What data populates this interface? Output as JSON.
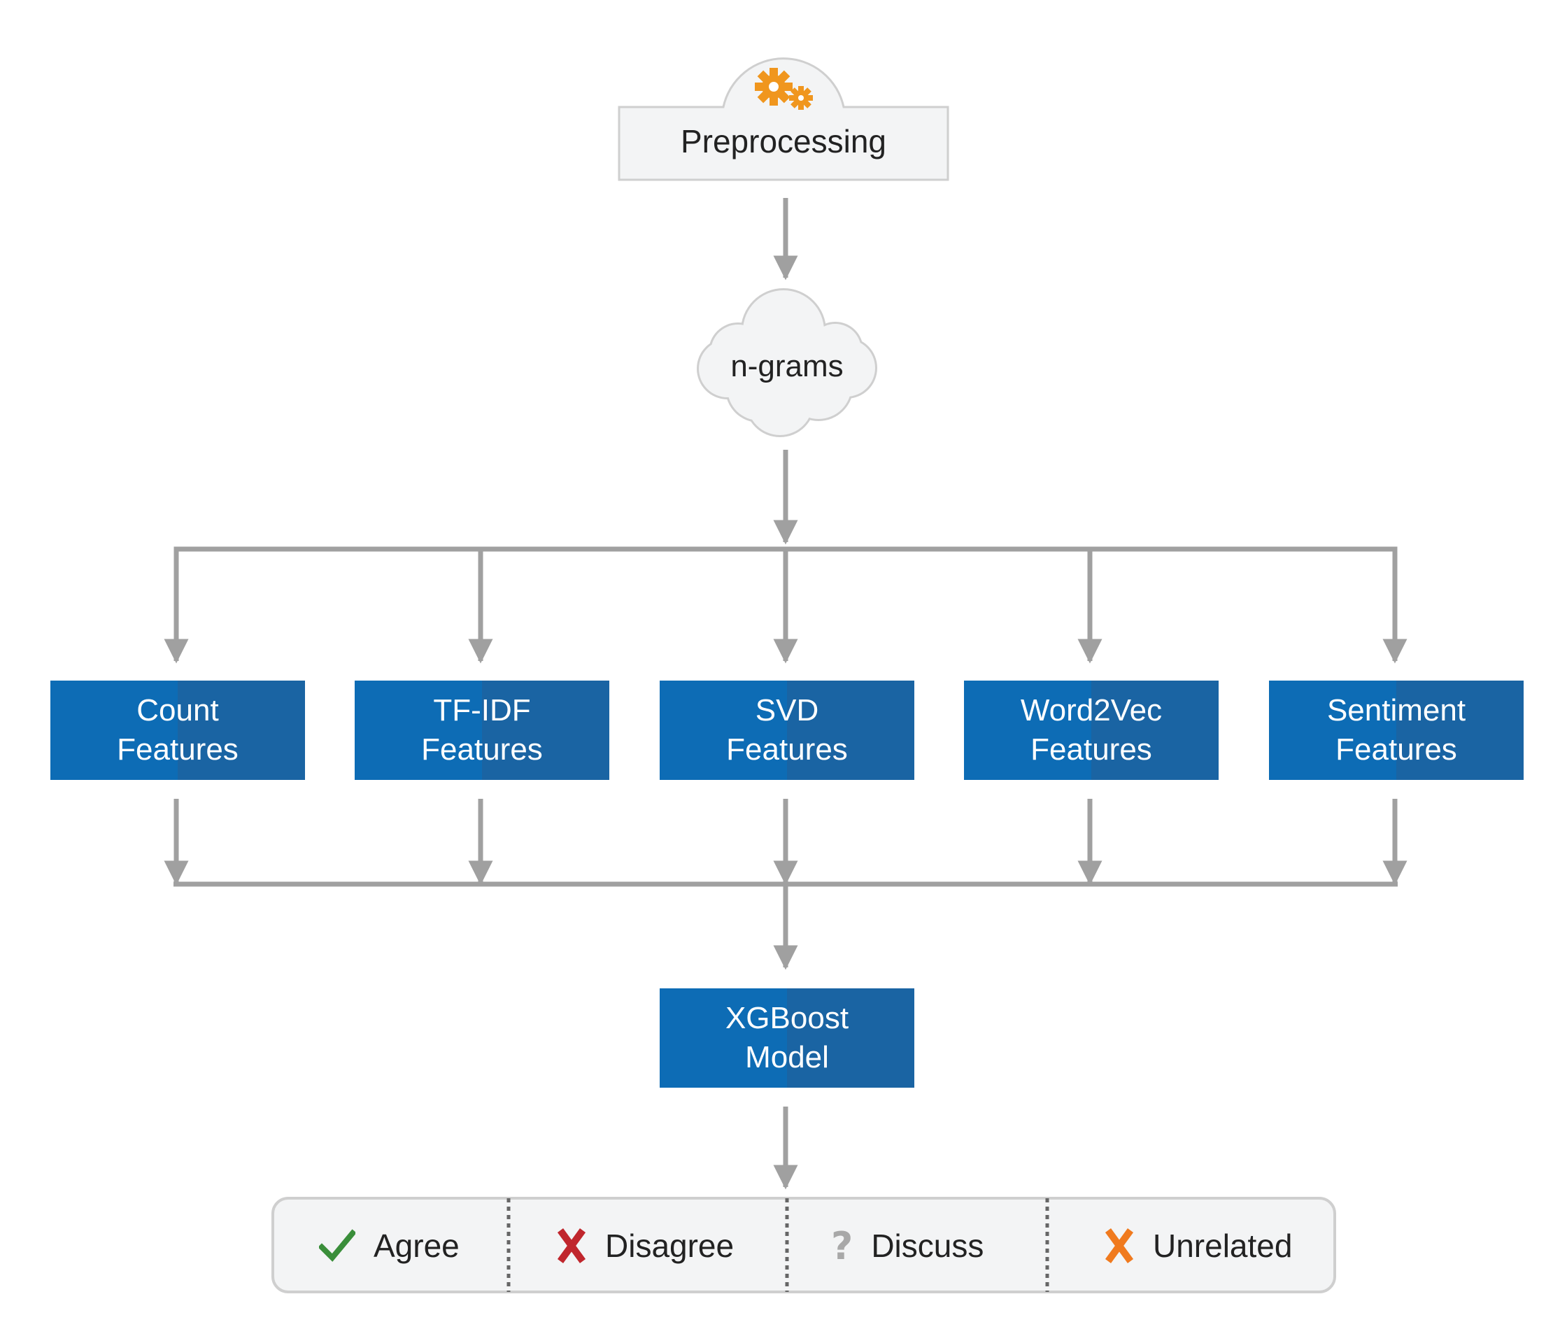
{
  "preprocessing": {
    "label": "Preprocessing",
    "icon": "gears-icon",
    "icon_color": "#f0961e"
  },
  "ngrams": {
    "label": "n-grams",
    "shape": "cloud"
  },
  "features": [
    {
      "line1": "Count",
      "line2": "Features"
    },
    {
      "line1": "TF-IDF",
      "line2": "Features"
    },
    {
      "line1": "SVD",
      "line2": "Features"
    },
    {
      "line1": "Word2Vec",
      "line2": "Features"
    },
    {
      "line1": "Sentiment",
      "line2": "Features"
    }
  ],
  "model": {
    "line1": "XGBoost",
    "line2": "Model"
  },
  "outcomes": [
    {
      "label": "Agree",
      "icon": "checkmark-icon",
      "color": "#3a8e3a"
    },
    {
      "label": "Disagree",
      "icon": "x-mark-icon",
      "color": "#c0262d"
    },
    {
      "label": "Discuss",
      "icon": "question-mark-icon",
      "color": "#a8a8a8"
    },
    {
      "label": "Unrelated",
      "icon": "x-mark-icon",
      "color": "#f07a1e"
    }
  ],
  "colors": {
    "box_blue": "#0d6cb5",
    "box_blue_dark": "#1a64a3",
    "arrow_gray": "#a0a0a0",
    "panel_fill": "#f3f4f5",
    "panel_stroke": "#cfcfcf"
  }
}
